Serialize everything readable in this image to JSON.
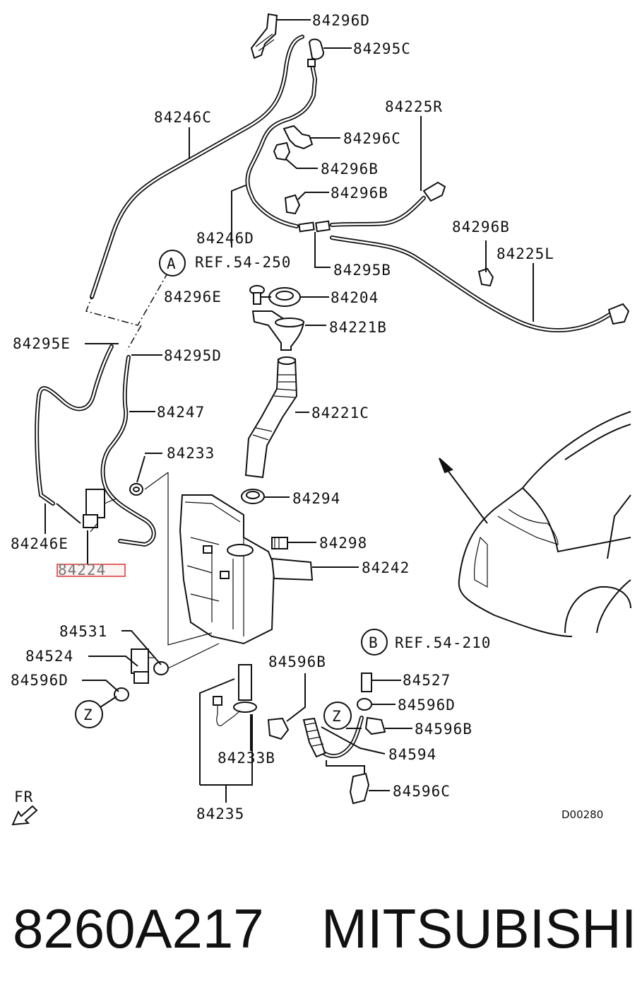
{
  "labels": {
    "p84296D": "84296D",
    "p84295C": "84295C",
    "p84246C": "84246C",
    "p84225R": "84225R",
    "p84296C": "84296C",
    "p84296B_1": "84296B",
    "p84296B_2": "84296B",
    "p84246D": "84246D",
    "p84296B_3": "84296B",
    "p84225L": "84225L",
    "p84295B": "84295B",
    "refA": "REF.54-250",
    "p84296E": "84296E",
    "p84204": "84204",
    "p84221B": "84221B",
    "p84295E": "84295E",
    "p84295D": "84295D",
    "p84247": "84247",
    "p84221C": "84221C",
    "p84233": "84233",
    "p84294": "84294",
    "p84246E": "84246E",
    "p84298": "84298",
    "p84224": "84224",
    "p84242": "84242",
    "p84531": "84531",
    "p84524": "84524",
    "p84596D_1": "84596D",
    "p84596B_1": "84596B",
    "refB": "REF.54-210",
    "p84527": "84527",
    "p84596D_2": "84596D",
    "p84596B_2": "84596B",
    "p84594": "84594",
    "p84233B": "84233B",
    "p84596C": "84596C",
    "p84235": "84235",
    "fr": "FR",
    "code": "D00280"
  },
  "callouts": {
    "A": "A",
    "B": "B",
    "Z1": "Z",
    "Z2": "Z"
  },
  "footer": {
    "part_number": "8260A217",
    "brand": "MITSUBISHI"
  },
  "highlight_color": "#e03030"
}
